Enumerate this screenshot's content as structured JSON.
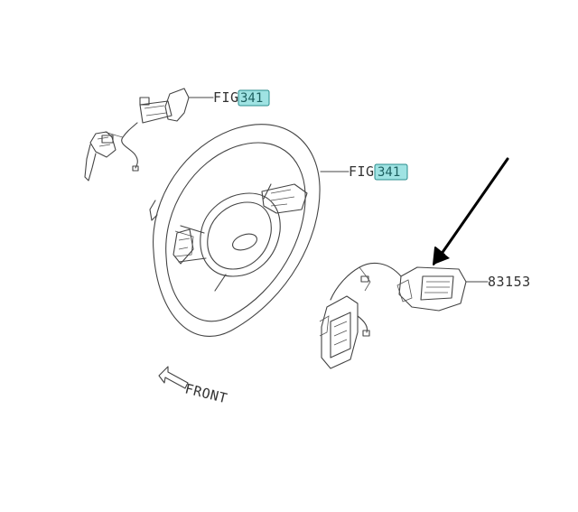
{
  "callouts": {
    "upper_switch": {
      "prefix": "FIG",
      "ref": "341"
    },
    "wheel": {
      "prefix": "FIG",
      "ref": "341"
    },
    "part": {
      "number": "83153"
    }
  },
  "direction_label": "FRONT",
  "colors": {
    "fig_box_fill": "#9fe3e3",
    "fig_box_border": "#2a8c8c",
    "line": "#444444",
    "arrow": "#000000"
  }
}
